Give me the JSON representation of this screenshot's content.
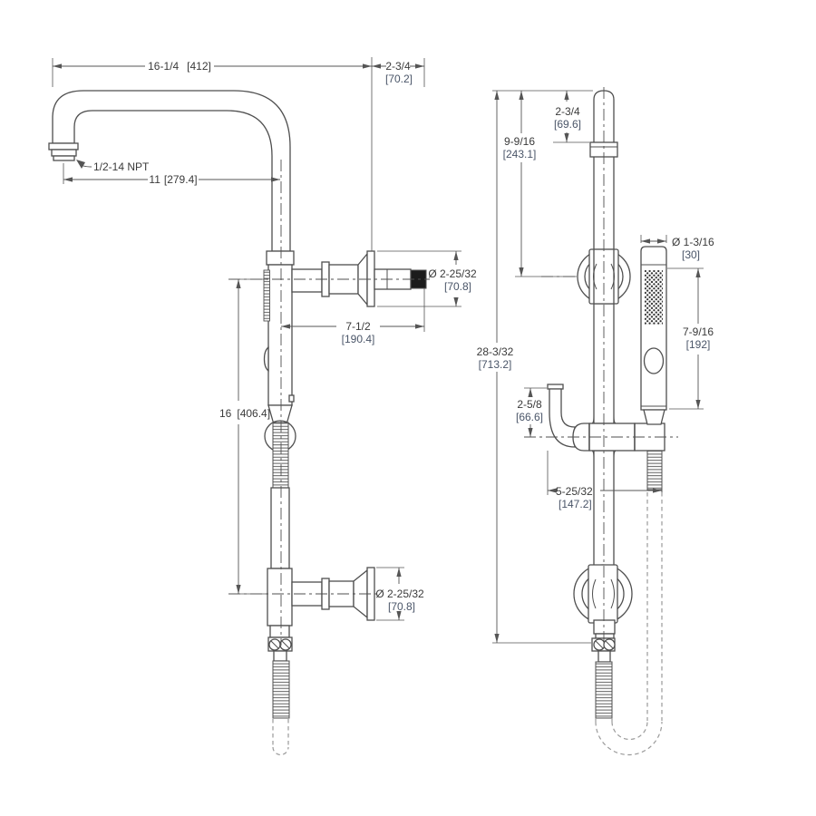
{
  "drawing": {
    "type": "technical-dimension-drawing",
    "product": "shower column with hand shower - two orthographic views",
    "colors": {
      "line": "#4f4f4f",
      "dimension": "#555555",
      "text": "#3a3a3a",
      "metric_text": "#4a5568",
      "dashed_hose": "#9a9a9a",
      "solid_fill": "#1c1c1c",
      "background": "#ffffff"
    },
    "side_view": {
      "spout_reach": {
        "in": "16-1/4",
        "mm": "[412]"
      },
      "wall_nipple": {
        "in": "2-3/4",
        "mm": "[70.2]"
      },
      "spout_thread": "1/2-14 NPT",
      "spout_tip_to_riser": {
        "in": "11",
        "mm": "[279.4]"
      },
      "upper_escutcheon": {
        "in": "Ø 2-25/32",
        "mm": "[70.8]"
      },
      "riser_to_supply": {
        "in": "7-1/2",
        "mm": "[190.4]"
      },
      "supply_spacing": {
        "in": "16",
        "mm": "[406.4]"
      },
      "lower_escutcheon": {
        "in": "Ø 2-25/32",
        "mm": "[70.8]"
      }
    },
    "front_view": {
      "top_to_collar": {
        "in": "2-3/4",
        "mm": "[69.6]"
      },
      "top_to_upper_bracket": {
        "in": "9-9/16",
        "mm": "[243.1]"
      },
      "overall_height": {
        "in": "28-3/32",
        "mm": "[713.2]"
      },
      "handshower_diameter": {
        "in": "Ø 1-3/16",
        "mm": "[30]"
      },
      "handshower_length": {
        "in": "7-9/16",
        "mm": "[192]"
      },
      "supply_elbow_rise": {
        "in": "2-5/8",
        "mm": "[66.6]"
      },
      "elbow_to_hose": {
        "in": "5-25/32",
        "mm": "[147.2]"
      }
    }
  }
}
